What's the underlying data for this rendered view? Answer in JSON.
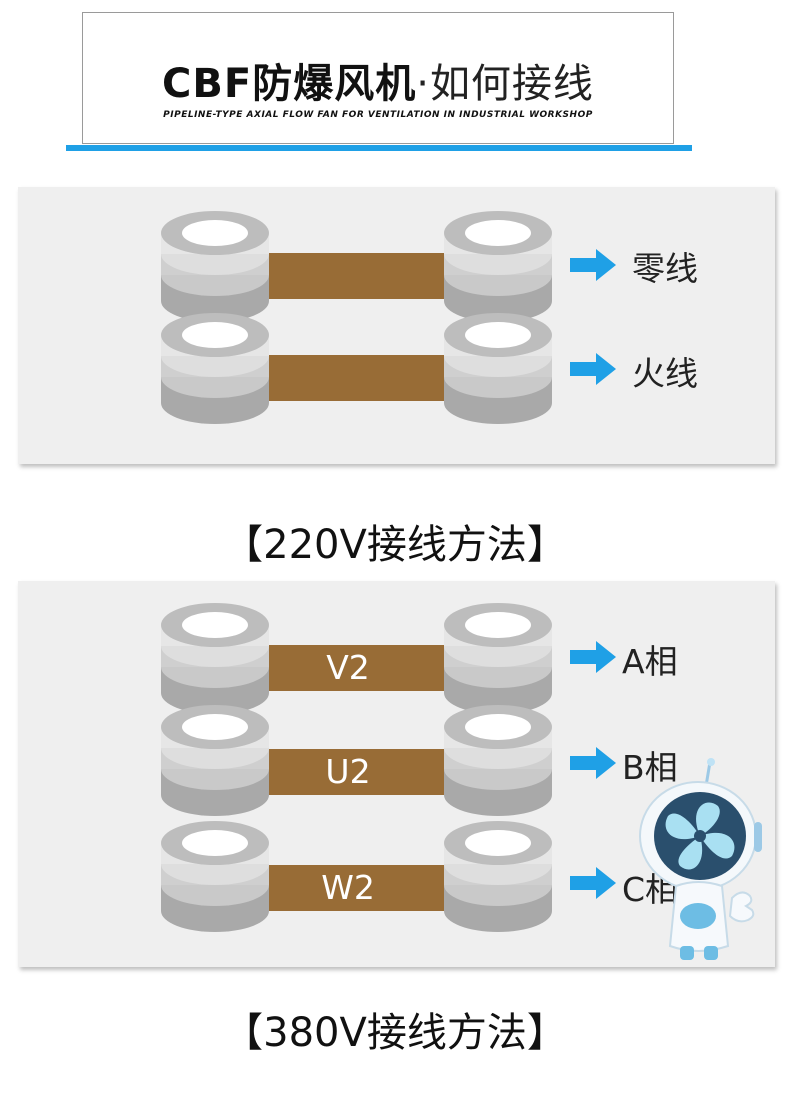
{
  "header": {
    "title_bold": "CBF防爆风机",
    "title_dot": "·",
    "title_light": "如何接线",
    "subtitle": "PIPELINE-TYPE AXIAL FLOW FAN FOR VENTILATION IN INDUSTRIAL WORKSHOP",
    "accent_color": "#1fa0e6"
  },
  "section_220v": {
    "rows": [
      {
        "strip_label": "",
        "output_label": "零线"
      },
      {
        "strip_label": "",
        "output_label": "火线"
      }
    ],
    "caption": "【220V接线方法】"
  },
  "section_380v": {
    "rows": [
      {
        "strip_label": "V2",
        "output_label": "A相"
      },
      {
        "strip_label": "U2",
        "output_label": "B相"
      },
      {
        "strip_label": "W2",
        "output_label": "C相"
      }
    ],
    "caption": "【380V接线方法】"
  },
  "colors": {
    "strip": "#986c36",
    "arrow": "#1fa0e6",
    "panel": "#efefef"
  },
  "icons": [
    "right-arrow-icon",
    "coil-terminal-icon",
    "fan-robot-mascot-icon"
  ]
}
